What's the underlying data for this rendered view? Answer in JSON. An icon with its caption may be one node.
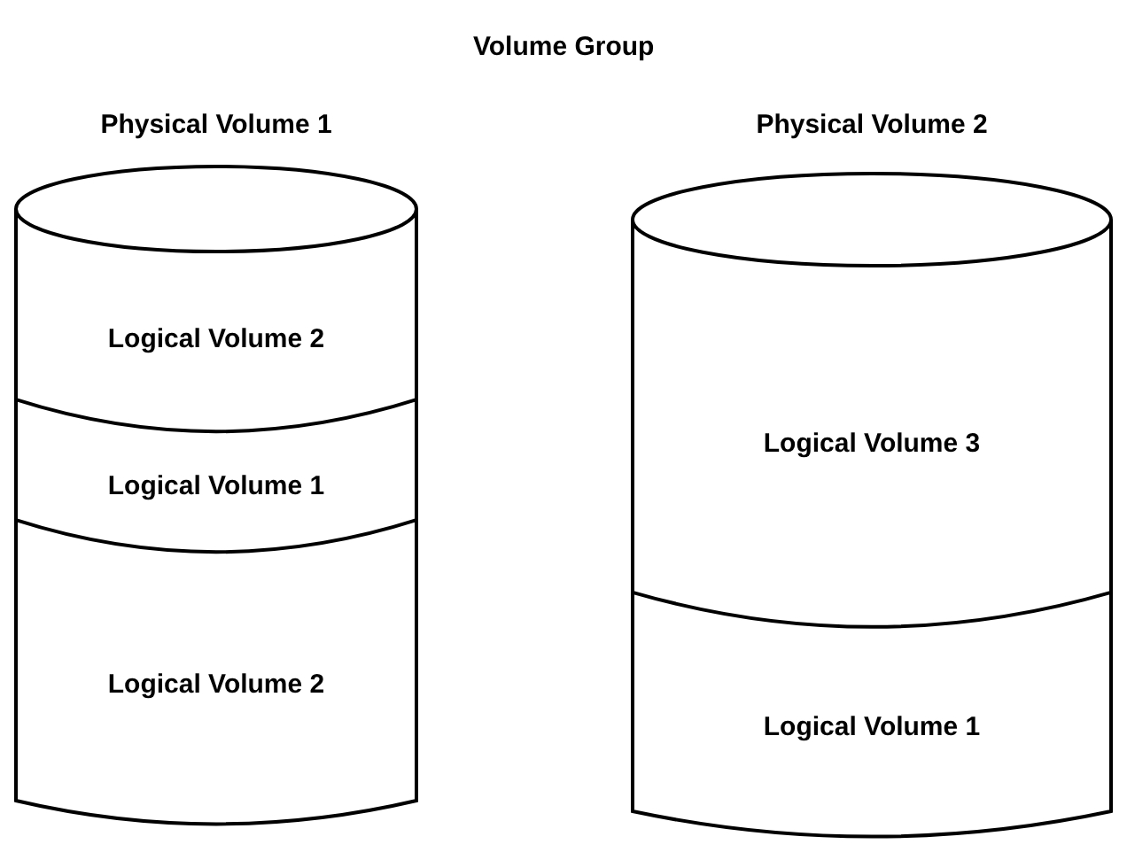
{
  "diagram": {
    "title": "Volume Group",
    "nodes": [
      {
        "text": [
          "Physical Volume 1"
        ]
      },
      {
        "text": [
          "Logical Volume 2"
        ],
        "in": 0
      },
      {
        "text": [
          "Logical Volume 1"
        ],
        "in": 0
      },
      {
        "text": [
          "Logical Volume 2"
        ],
        "in": 0
      },
      {
        "text": [
          "Physical Volume 2"
        ]
      },
      {
        "text": [
          "Logical Volume 3"
        ],
        "in": 4
      },
      {
        "text": [
          "Logical Volume 1"
        ],
        "in": 4
      }
    ],
    "edges": []
  }
}
